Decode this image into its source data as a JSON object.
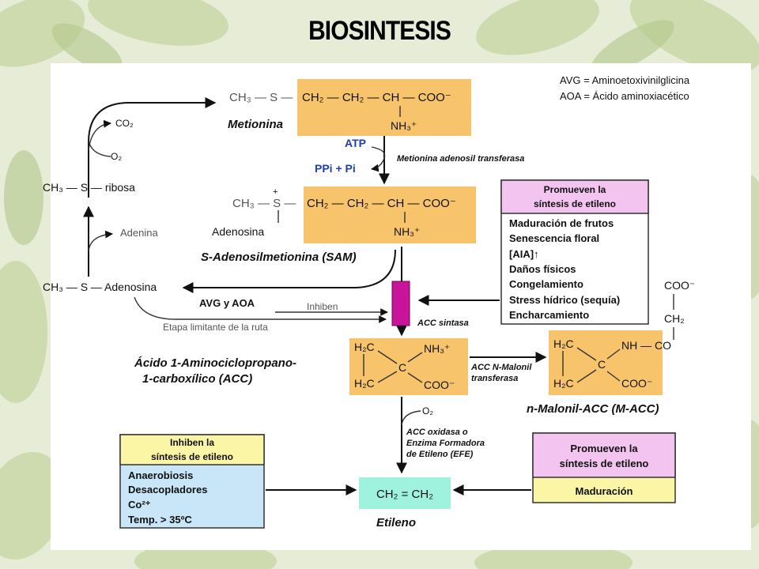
{
  "title": "BIOSINTESIS",
  "colors": {
    "orange_box": "#f7c46c",
    "pink_box": "#f4c4f0",
    "yellow_box": "#fbf5a6",
    "cyan_box": "#9ff2dd",
    "light_blue_box": "#c8e6f8",
    "acc_synthase": "#c8149a",
    "text_blue": "#1f3fa8"
  },
  "legend": {
    "avg": "AVG = Aminoetoxivinilglicina",
    "aoa": "AOA = Ácido aminoxiacético"
  },
  "methionine": {
    "left": "CH₃ — S —",
    "formula": "CH₂ — CH₂ — CH — COO⁻",
    "nh": "NH₃⁺",
    "name": "Metionina"
  },
  "step1": {
    "atp": "ATP",
    "ppi": "PPi + Pi",
    "enzyme": "Metionina adenosil transferasa"
  },
  "sam": {
    "left": "CH₃ — S —",
    "plus": "+",
    "adenosina": "Adenosina",
    "formula": "CH₂ — CH₂ — CH — COO⁻",
    "nh": "NH₃⁺",
    "name": "S-Adenosilmetionina (SAM)"
  },
  "cycle": {
    "co2": "CO₂",
    "o2": "O₂",
    "ribosa": "CH₃ — S — ribosa",
    "adenina": "Adenina",
    "adenosina": "CH₃ — S — Adenosina"
  },
  "inhibitors": {
    "avg_aoa": "AVG y AOA",
    "inhiben": "Inhiben",
    "etapa": "Etapa limitante de la ruta",
    "acc_sintasa": "ACC sintasa"
  },
  "promote_box": {
    "header_line1": "Promueven la",
    "header_line2": "síntesis de etileno",
    "items": [
      "Maduración de frutos",
      "Senescencia floral",
      "[AIA]↑",
      "Daños físicos",
      "Congelamiento",
      "Stress hídrico (sequía)",
      "Encharcamiento"
    ]
  },
  "acc": {
    "name_line1": "Ácido 1-Aminociclopropano-",
    "name_line2": "1-carboxílico (ACC)",
    "h2c_top": "H₂C",
    "h2c_bottom": "H₂C",
    "c": "C",
    "nh": "NH₃⁺",
    "coo": "COO⁻"
  },
  "malonyl_transfer": {
    "line1": "ACC N-Malonil",
    "line2": "transferasa"
  },
  "macc": {
    "h2c_top": "H₂C",
    "h2c_bottom": "H₂C",
    "c": "C",
    "nh": "NH — CO",
    "coo": "COO⁻",
    "top_coo": "COO⁻",
    "ch2": "CH₂",
    "name": "n-Malonil-ACC (M-ACC)"
  },
  "oxidase": {
    "o2": "O₂",
    "line1": "ACC oxidasa o",
    "line2": "Enzima Formadora",
    "line3": "de Etileno (EFE)"
  },
  "inhibit_box": {
    "header_line1": "Inhiben la",
    "header_line2": "síntesis de etileno",
    "items": [
      "Anaerobiosis",
      "Desacopladores",
      "Co²⁺",
      "Temp. > 35ºC"
    ]
  },
  "ethylene": {
    "formula": "CH₂ = CH₂",
    "name": "Etileno"
  },
  "promote_box2": {
    "header_line1": "Promueven la",
    "header_line2": "síntesis de etileno",
    "item": "Maduración"
  }
}
